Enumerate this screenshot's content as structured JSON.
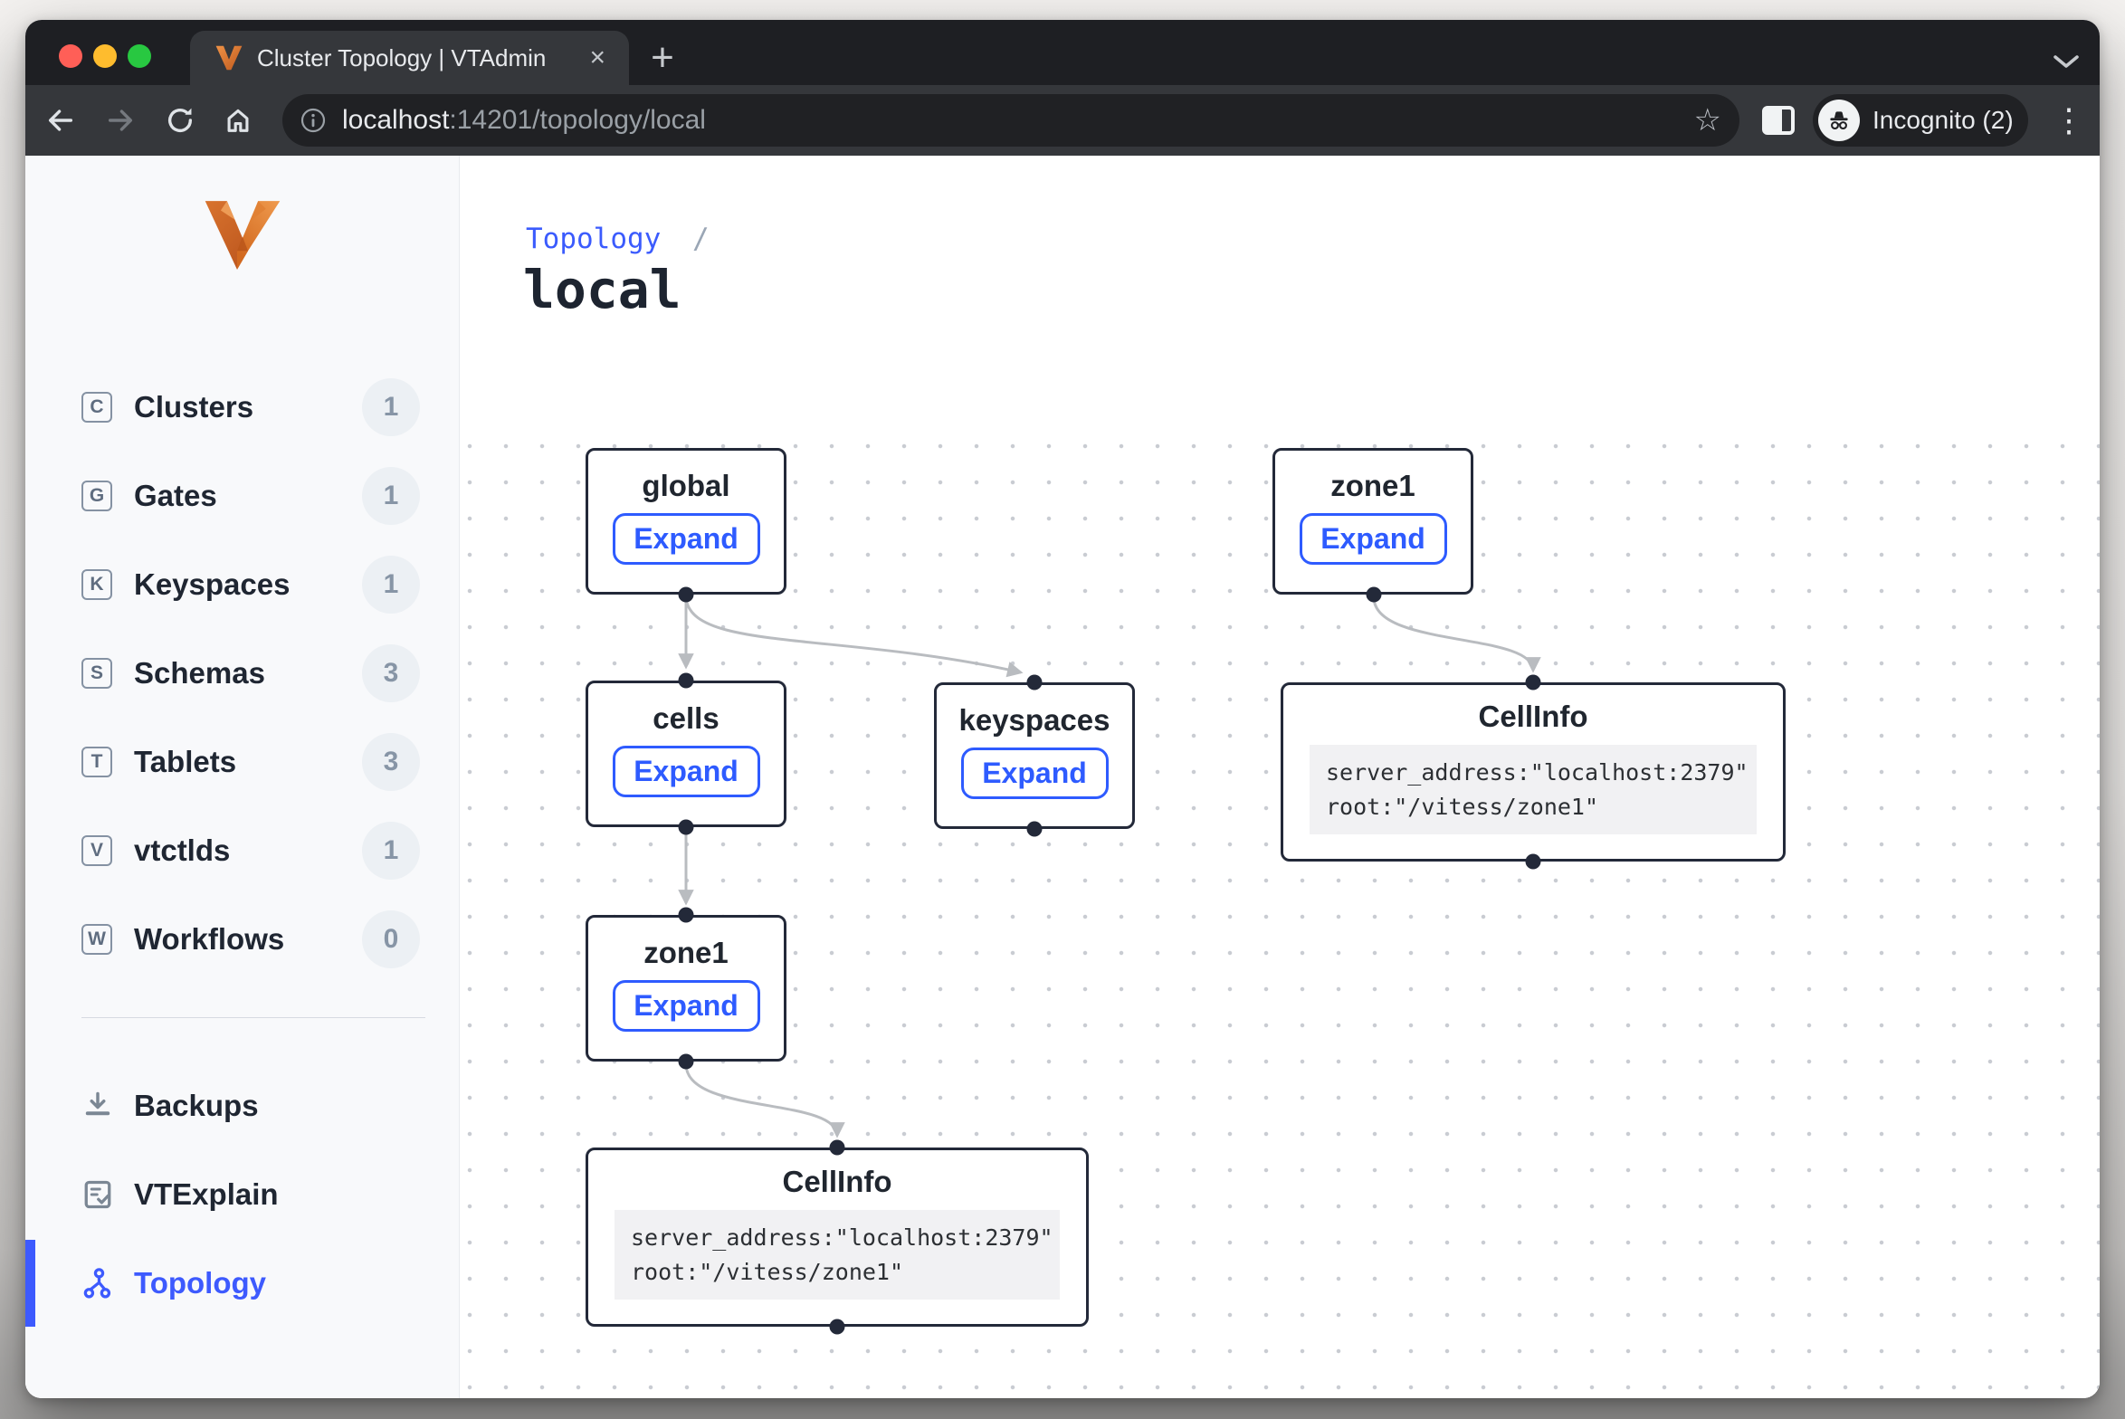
{
  "browser": {
    "tab_title": "Cluster Topology | VTAdmin",
    "url_host": "localhost",
    "url_path": ":14201/topology/local",
    "incognito_label": "Incognito (2)"
  },
  "icons": {
    "close_glyph": "×",
    "new_tab_glyph": "+",
    "bookmark_star_glyph": "☆",
    "kebab_glyph": "⋮"
  },
  "sidebar": {
    "items": [
      {
        "letter": "C",
        "label": "Clusters",
        "count": "1"
      },
      {
        "letter": "G",
        "label": "Gates",
        "count": "1"
      },
      {
        "letter": "K",
        "label": "Keyspaces",
        "count": "1"
      },
      {
        "letter": "S",
        "label": "Schemas",
        "count": "3"
      },
      {
        "letter": "T",
        "label": "Tablets",
        "count": "3"
      },
      {
        "letter": "V",
        "label": "vtctlds",
        "count": "1"
      },
      {
        "letter": "W",
        "label": "Workflows",
        "count": "0"
      }
    ],
    "secondary": [
      {
        "label": "Backups"
      },
      {
        "label": "VTExplain"
      },
      {
        "label": "Topology",
        "active": true
      }
    ]
  },
  "main": {
    "breadcrumb": "Topology",
    "breadcrumb_separator": "/",
    "title": "local"
  },
  "graph": {
    "nodes": {
      "global": {
        "title": "global",
        "button": "Expand"
      },
      "zone1_top": {
        "title": "zone1",
        "button": "Expand"
      },
      "cells": {
        "title": "cells",
        "button": "Expand"
      },
      "keyspaces": {
        "title": "keyspaces",
        "button": "Expand"
      },
      "cellinfo_right": {
        "title": "CellInfo",
        "code": "server_address:\"localhost:2379\"\nroot:\"/vitess/zone1\""
      },
      "zone1_mid": {
        "title": "zone1",
        "button": "Expand"
      },
      "cellinfo_bottom": {
        "title": "CellInfo",
        "code": "server_address:\"localhost:2379\"\nroot:\"/vitess/zone1\""
      }
    },
    "edges": [
      {
        "from": "global",
        "to": "cells"
      },
      {
        "from": "global",
        "to": "keyspaces"
      },
      {
        "from": "zone1_top",
        "to": "cellinfo_right"
      },
      {
        "from": "cells",
        "to": "zone1_mid"
      },
      {
        "from": "zone1_mid",
        "to": "cellinfo_bottom"
      }
    ]
  },
  "colors": {
    "accent_blue": "#2e5bff",
    "sidebar_active_blue": "#3d5afe",
    "node_border": "#232939",
    "edge_gray": "#b9bcc0",
    "vitess_orange": "#e0813f",
    "mac_close": "#ff5f57",
    "mac_minimize": "#febc2e",
    "mac_maximize": "#28c841"
  }
}
